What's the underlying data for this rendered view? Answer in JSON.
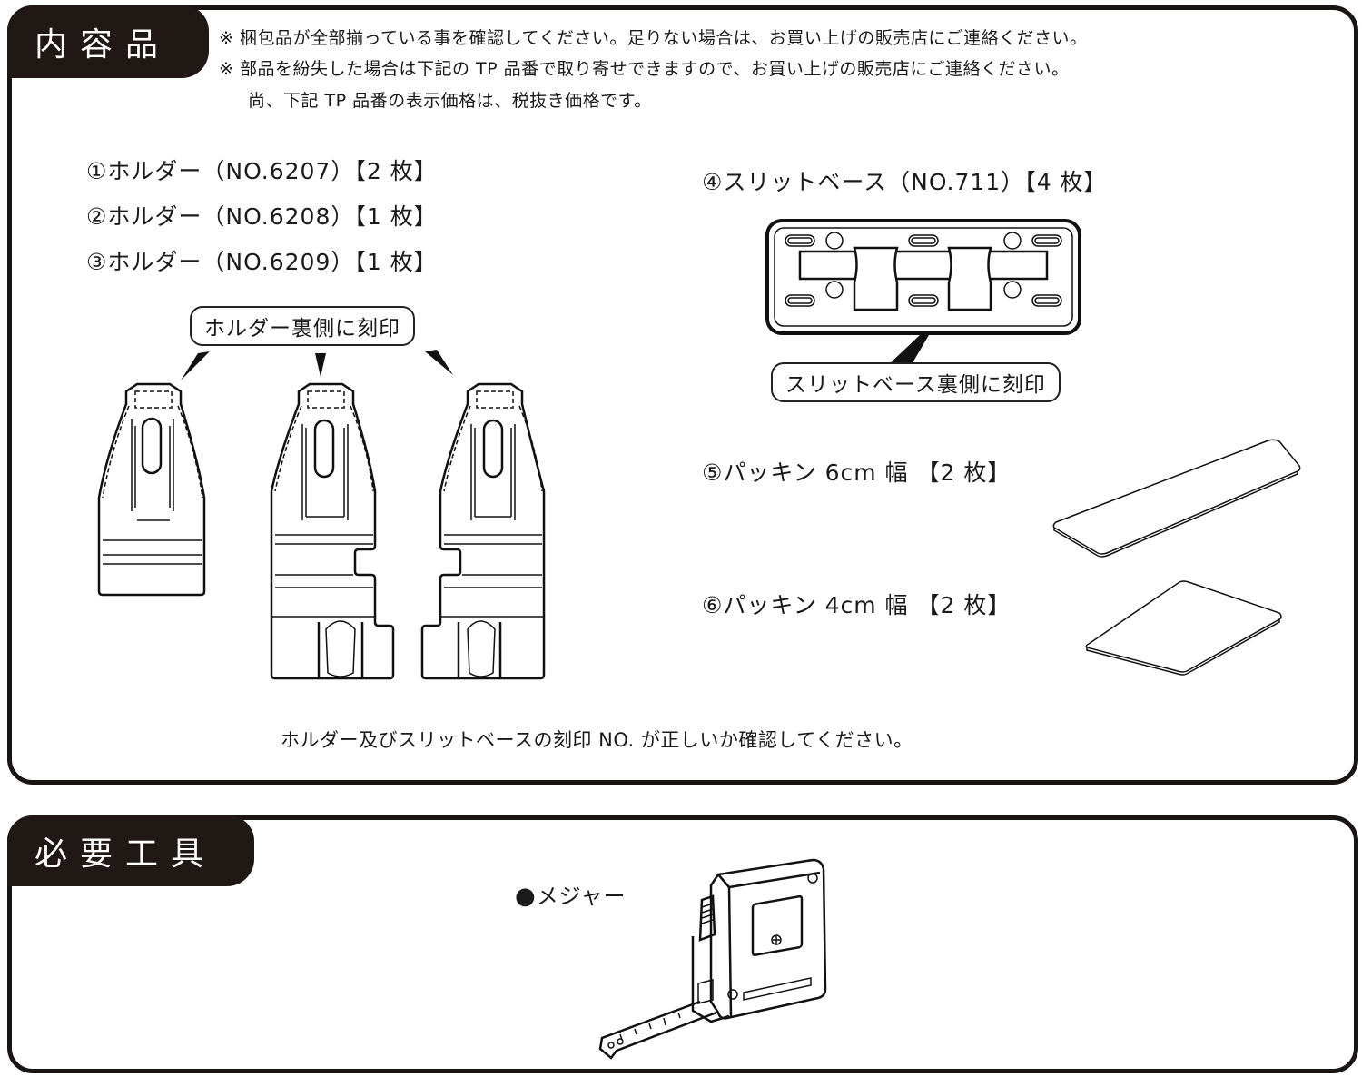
{
  "contents_section": {
    "tab_label": "内容品",
    "notes": [
      "※ 梱包品が全部揃っている事を確認してください。足りない場合は、お買い上げの販売店にご連絡ください。",
      "※ 部品を紛失した場合は下記の TP 品番で取り寄せできますので、お買い上げの販売店にご連絡ください。",
      "尚、下記 TP 品番の表示価格は、税抜き価格です。"
    ],
    "items": [
      {
        "label": "①ホルダー（NO.6207）【2 枚】",
        "name": "ホルダー",
        "part_no": "NO.6207",
        "qty": 2
      },
      {
        "label": "②ホルダー（NO.6208）【1 枚】",
        "name": "ホルダー",
        "part_no": "NO.6208",
        "qty": 1
      },
      {
        "label": "③ホルダー（NO.6209）【1 枚】",
        "name": "ホルダー",
        "part_no": "NO.6209",
        "qty": 1
      },
      {
        "label": "④スリットベース（NO.711）【4 枚】",
        "name": "スリットベース",
        "part_no": "NO.711",
        "qty": 4
      },
      {
        "label": "⑤パッキン 6cm 幅 【2 枚】",
        "name": "パッキン 6cm 幅",
        "qty": 2
      },
      {
        "label": "⑥パッキン 4cm 幅 【2 枚】",
        "name": "パッキン 4cm 幅",
        "qty": 2
      }
    ],
    "holder_callout": "ホルダー裏側に刻印",
    "slitbase_callout": "スリットベース裏側に刻印",
    "footer_note": "ホルダー及びスリットベースの刻印 NO. が正しいか確認してください。"
  },
  "tools_section": {
    "tab_label": "必要工具",
    "tools": [
      {
        "bullet": "●",
        "label": "メジャー",
        "icon": "tape-measure-icon"
      }
    ]
  }
}
